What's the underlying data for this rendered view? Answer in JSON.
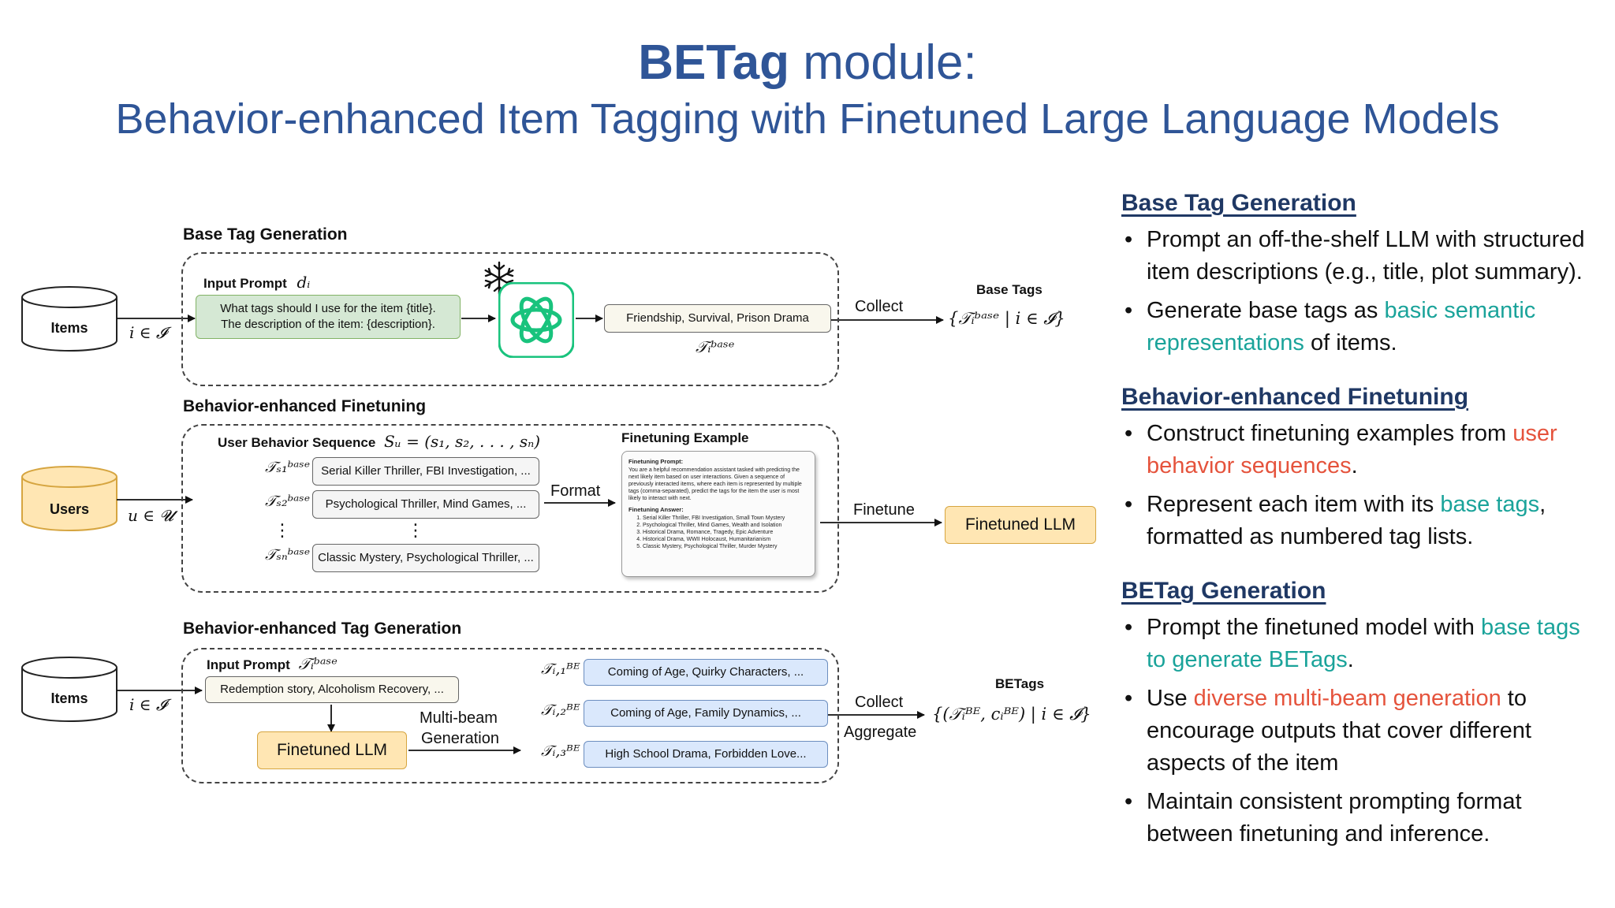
{
  "title": {
    "bold": "BETag",
    "rest": " module:",
    "subtitle": "Behavior-enhanced Item Tagging with Finetuned Large Language Models"
  },
  "colors": {
    "title": "#2f5597",
    "teal": "#1aa39a",
    "red": "#e5533c",
    "heading": "#1f3864",
    "users_fill": "#ffe6b3",
    "prompt_fill": "#d5e8d4",
    "tag_fill": "#dae8fc"
  },
  "diagram": {
    "s1": {
      "label": "Base Tag Generation",
      "items": "Items",
      "items_math": "i ∈ 𝓘",
      "input_prompt": "Input Prompt",
      "input_prompt_math": "dᵢ",
      "prompt_line1": "What tags should I use for the item {title}.",
      "prompt_line2": "The description of the item: {description}.",
      "frozen_icon": "snowflake-icon",
      "llm_icon": "openai-icon",
      "base_tag_output": "Friendship, Survival, Prison Drama",
      "base_tag_math": "𝒯ᵢᵇᵃˢᵉ",
      "collect": "Collect",
      "base_tags_label": "Base Tags",
      "base_tags_math": "{𝒯ᵢᵇᵃˢᵉ | i ∈ 𝓘}"
    },
    "s2": {
      "label": "Behavior-enhanced Finetuning",
      "users": "Users",
      "users_math": "u ∈ 𝓤",
      "seq_label": "User Behavior Sequence",
      "seq_math": "Sᵤ = (s₁, s₂, . . . , sₙ)",
      "tag_rows": [
        {
          "math": "𝒯ₛ₁ᵇᵃˢᵉ",
          "text": "Serial Killer Thriller, FBI Investigation, ..."
        },
        {
          "math": "𝒯ₛ₂ᵇᵃˢᵉ",
          "text": "Psychological Thriller, Mind Games, ..."
        },
        {
          "math": "𝒯ₛₙᵇᵃˢᵉ",
          "text": "Classic Mystery, Psychological Thriller, ..."
        }
      ],
      "format": "Format",
      "example_title": "Finetuning Example",
      "example_prompt_head": "Finetuning Prompt:",
      "example_prompt_text": "You are a helpful recommendation assistant tasked with predicting the next likely item based on user interactions. Given a sequence of previously interacted items, where each item is represented by multiple tags (comma-separated), predict the tags for the item the user is most likely to interact with next.",
      "example_answer_head": "Finetuning Answer:",
      "example_answers": [
        "Serial Killer Thriller, FBI Investigation, Small Town Mystery",
        "Psychological Thriller, Mind Games, Wealth and Isolation",
        "Historical Drama, Romance, Tragedy, Epic Adventure",
        "Historical Drama, WWII Holocaust, Humanitarianism",
        "Classic Mystery, Psychological Thriller, Murder Mystery"
      ],
      "finetune": "Finetune",
      "finetuned_llm": "Finetuned LLM"
    },
    "s3": {
      "label": "Behavior-enhanced Tag Generation",
      "items": "Items",
      "items_math": "i ∈ 𝓘",
      "input_prompt": "Input Prompt",
      "input_prompt_math": "𝒯ᵢᵇᵃˢᵉ",
      "prompt_text": "Redemption story, Alcoholism Recovery, ...",
      "finetuned_llm": "Finetuned LLM",
      "multibeam1": "Multi-beam",
      "multibeam2": "Generation",
      "outputs": [
        {
          "math": "𝒯ᵢ,₁ᴮᴱ",
          "text": "Coming of Age, Quirky Characters, ..."
        },
        {
          "math": "𝒯ᵢ,₂ᴮᴱ",
          "text": "Coming of Age, Family Dynamics, ..."
        },
        {
          "math": "𝒯ᵢ,₃ᴮᴱ",
          "text": "High School Drama, Forbidden Love..."
        }
      ],
      "collect": "Collect",
      "aggregate": "Aggregate",
      "betags_label": "BETags",
      "betags_math": "{(𝒯ᵢᴮᴱ, cᵢᴮᴱ) | i ∈ 𝓘}"
    }
  },
  "panel": {
    "sections": [
      {
        "heading": "Base Tag Generation",
        "bullets": [
          [
            {
              "t": "Prompt an off-the-shelf LLM with structured item descriptions (e.g., title, plot summary)."
            }
          ],
          [
            {
              "t": "Generate base tags as "
            },
            {
              "t": "basic semantic representations",
              "c": "teal"
            },
            {
              "t": " of items."
            }
          ]
        ]
      },
      {
        "heading": "Behavior-enhanced Finetuning",
        "bullets": [
          [
            {
              "t": "Construct finetuning examples from "
            },
            {
              "t": "user behavior sequences",
              "c": "red"
            },
            {
              "t": "."
            }
          ],
          [
            {
              "t": "Represent each item with its "
            },
            {
              "t": "base tags",
              "c": "teal"
            },
            {
              "t": ", formatted as numbered tag lists."
            }
          ]
        ]
      },
      {
        "heading": "BETag Generation",
        "bullets": [
          [
            {
              "t": "Prompt the finetuned model with "
            },
            {
              "t": "base tags to generate BETags",
              "c": "teal"
            },
            {
              "t": "."
            }
          ],
          [
            {
              "t": "Use "
            },
            {
              "t": "diverse multi-beam generation",
              "c": "red"
            },
            {
              "t": " to encourage outputs that cover different aspects of the item"
            }
          ],
          [
            {
              "t": "Maintain consistent prompting format between finetuning and inference."
            }
          ]
        ]
      }
    ]
  }
}
